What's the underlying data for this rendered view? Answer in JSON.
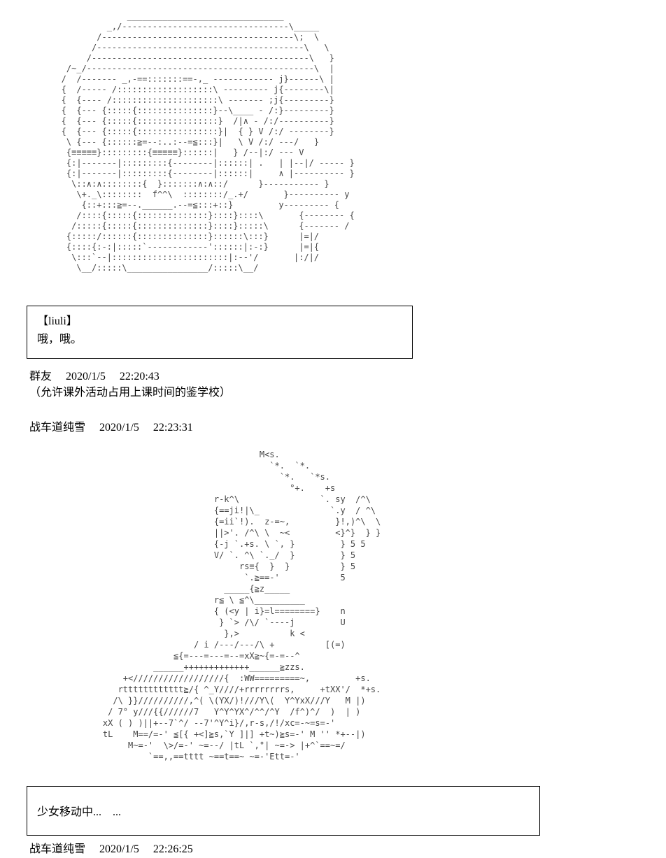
{
  "colors": {
    "background": "#ffffff",
    "text": "#000000",
    "ascii_art": "#464646",
    "box_border": "#000000"
  },
  "dialog1": {
    "speaker": "【liuli】",
    "text": "哦，哦。"
  },
  "meta": {
    "sender_group": {
      "name": "群友",
      "date": "2020/1/5",
      "time": "22:20:43"
    },
    "note": "（允许课外活动占用上课时间的鉴学校）",
    "sender_tank_1": {
      "name": "战车道纯雪",
      "date": "2020/1/5",
      "time": "22:23:31"
    },
    "sender_tank_2": {
      "name": "战车道纯雪",
      "date": "2020/1/5",
      "time": "22:26:25"
    }
  },
  "dialog2": {
    "text": "少女移动中...　..."
  },
  "ascii_art": {
    "character": [
      "                _______________________________",
      "            _,/---------------------------------\\_____",
      "          /--------------------------------------\\;  \\",
      "         /-----------------------------------------\\   \\",
      "        /-------------------------------------------\\   }",
      "    /~_/---------------------------------------------\\  |",
      "   /  /------- _,-==:::::::==-,_ ------------ j}------\\ |",
      "   {  /----- /:::::::::::::::::::\\ --------- j{--------\\|",
      "   {  {---- /:::::::::::::::::::::\\ ------- ;j{---------}",
      "   {  {--- {:::::{:::::::::::::::}--\\____ - /:}---------}",
      "   {  {--- {:::::{::::::::::::::::}  /|∧ - /:/----------}",
      "   {  {--- {:::::{::::::::::::::::}|  { } V /:/ --------}",
      "    \\ {--- {::::::≧=--:..:--=≦:::}|   \\ V /:/ ---/   }",
      "    {≡≡≡≡≡}:::::::::{≡≡≡≡≡}::::::|   } /--|:/ --- V",
      "    {:|-------|:::::::::{--------|::::::| .   | |--|/ ----- }",
      "    {:|-------|:::::::::{--------|::::::|     ∧ |---------- }",
      "     \\::∧:∧::::::::{  }:::::::∧:∧::/      }----------- }",
      "      \\+._\\::::::::  f^^\\  ::::::::/_.+/       }---------- y",
      "       {::+:::≧=--.______.--=≦:::+::}         y--------- {",
      "      /::::{:::::{::::::::::::::}::::}::::\\       {-------- {",
      "     /:::::{:::::{::::::::::::::}::::}:::::\\      {------- /",
      "    {:::::/::::::{::::::::::::::}::::::\\:::}      |=|/",
      "    {::::{:-:|:::::`------------'::::::|:-:}      |=|{",
      "     \\:::`--|:::::::::::::::::::::::|:--'/       |:/|/",
      "      \\__/:::::\\________________/:::::\\__/"
    ],
    "tank": [
      "                                   M<s.",
      "                                     `*.  `*.",
      "                                       `*.   `*s.",
      "                                         °+.    +s",
      "                          r-k^\\                `. sy  /^\\",
      "                          {==ji!|\\_              `.y  / ^\\",
      "                          {=ii`!).  z-=~,         }!,)^\\  \\",
      "                          ||>'. /^\\ \\  ~<         <}^}  } }",
      "                          {-j `.+s. \\ `, }         } 5 5",
      "                          V/ `. ^\\ `._/  }         } 5",
      "                               rs≡{  }  }          } 5",
      "                                `.≧==-'            5",
      "                            _____{≧z_____",
      "                          r≦ \\ ≦^\\__________",
      "                          { (<y | i}=l========}    n",
      "                           } `> /\\/ `----j         U",
      "                            },>          k <",
      "                      / i /---/---/\\ +          [(=)",
      "                  ≦{=---=---=--=xX≧~{=-=--^",
      "              ______+++++++++++++______≧zzs.",
      "        +<//////////////////{  :WW=========~,         +s.",
      "       rtttttttttttt≧/{ ^_Y////+rrrrrrrrs,     +tXX'/  *+s.",
      "      /\\ }}//////////,^( \\(YX/)!///Y\\(  Y^YxX///Y   M |)",
      "     / 7° y///{{//////7   Y^Y^YX^/^^/^Y  /f^)^/  )  | )",
      "    xX ( ) )||+--7`^/ --7'^Y^i}/,r-s,/!/xc=-~=s=-'",
      "    tL    M==/=-' ≦[{ +<]≧s,`Y ]|] +t~)≧s=-' M '' *+--|)",
      "         M~=-'  \\>/=-' ~=--/ |tL `,°| ~=-> |+^`==~=/",
      "             `==,,==tttt ~==t==~ ~=-'Ett=-'"
    ]
  }
}
